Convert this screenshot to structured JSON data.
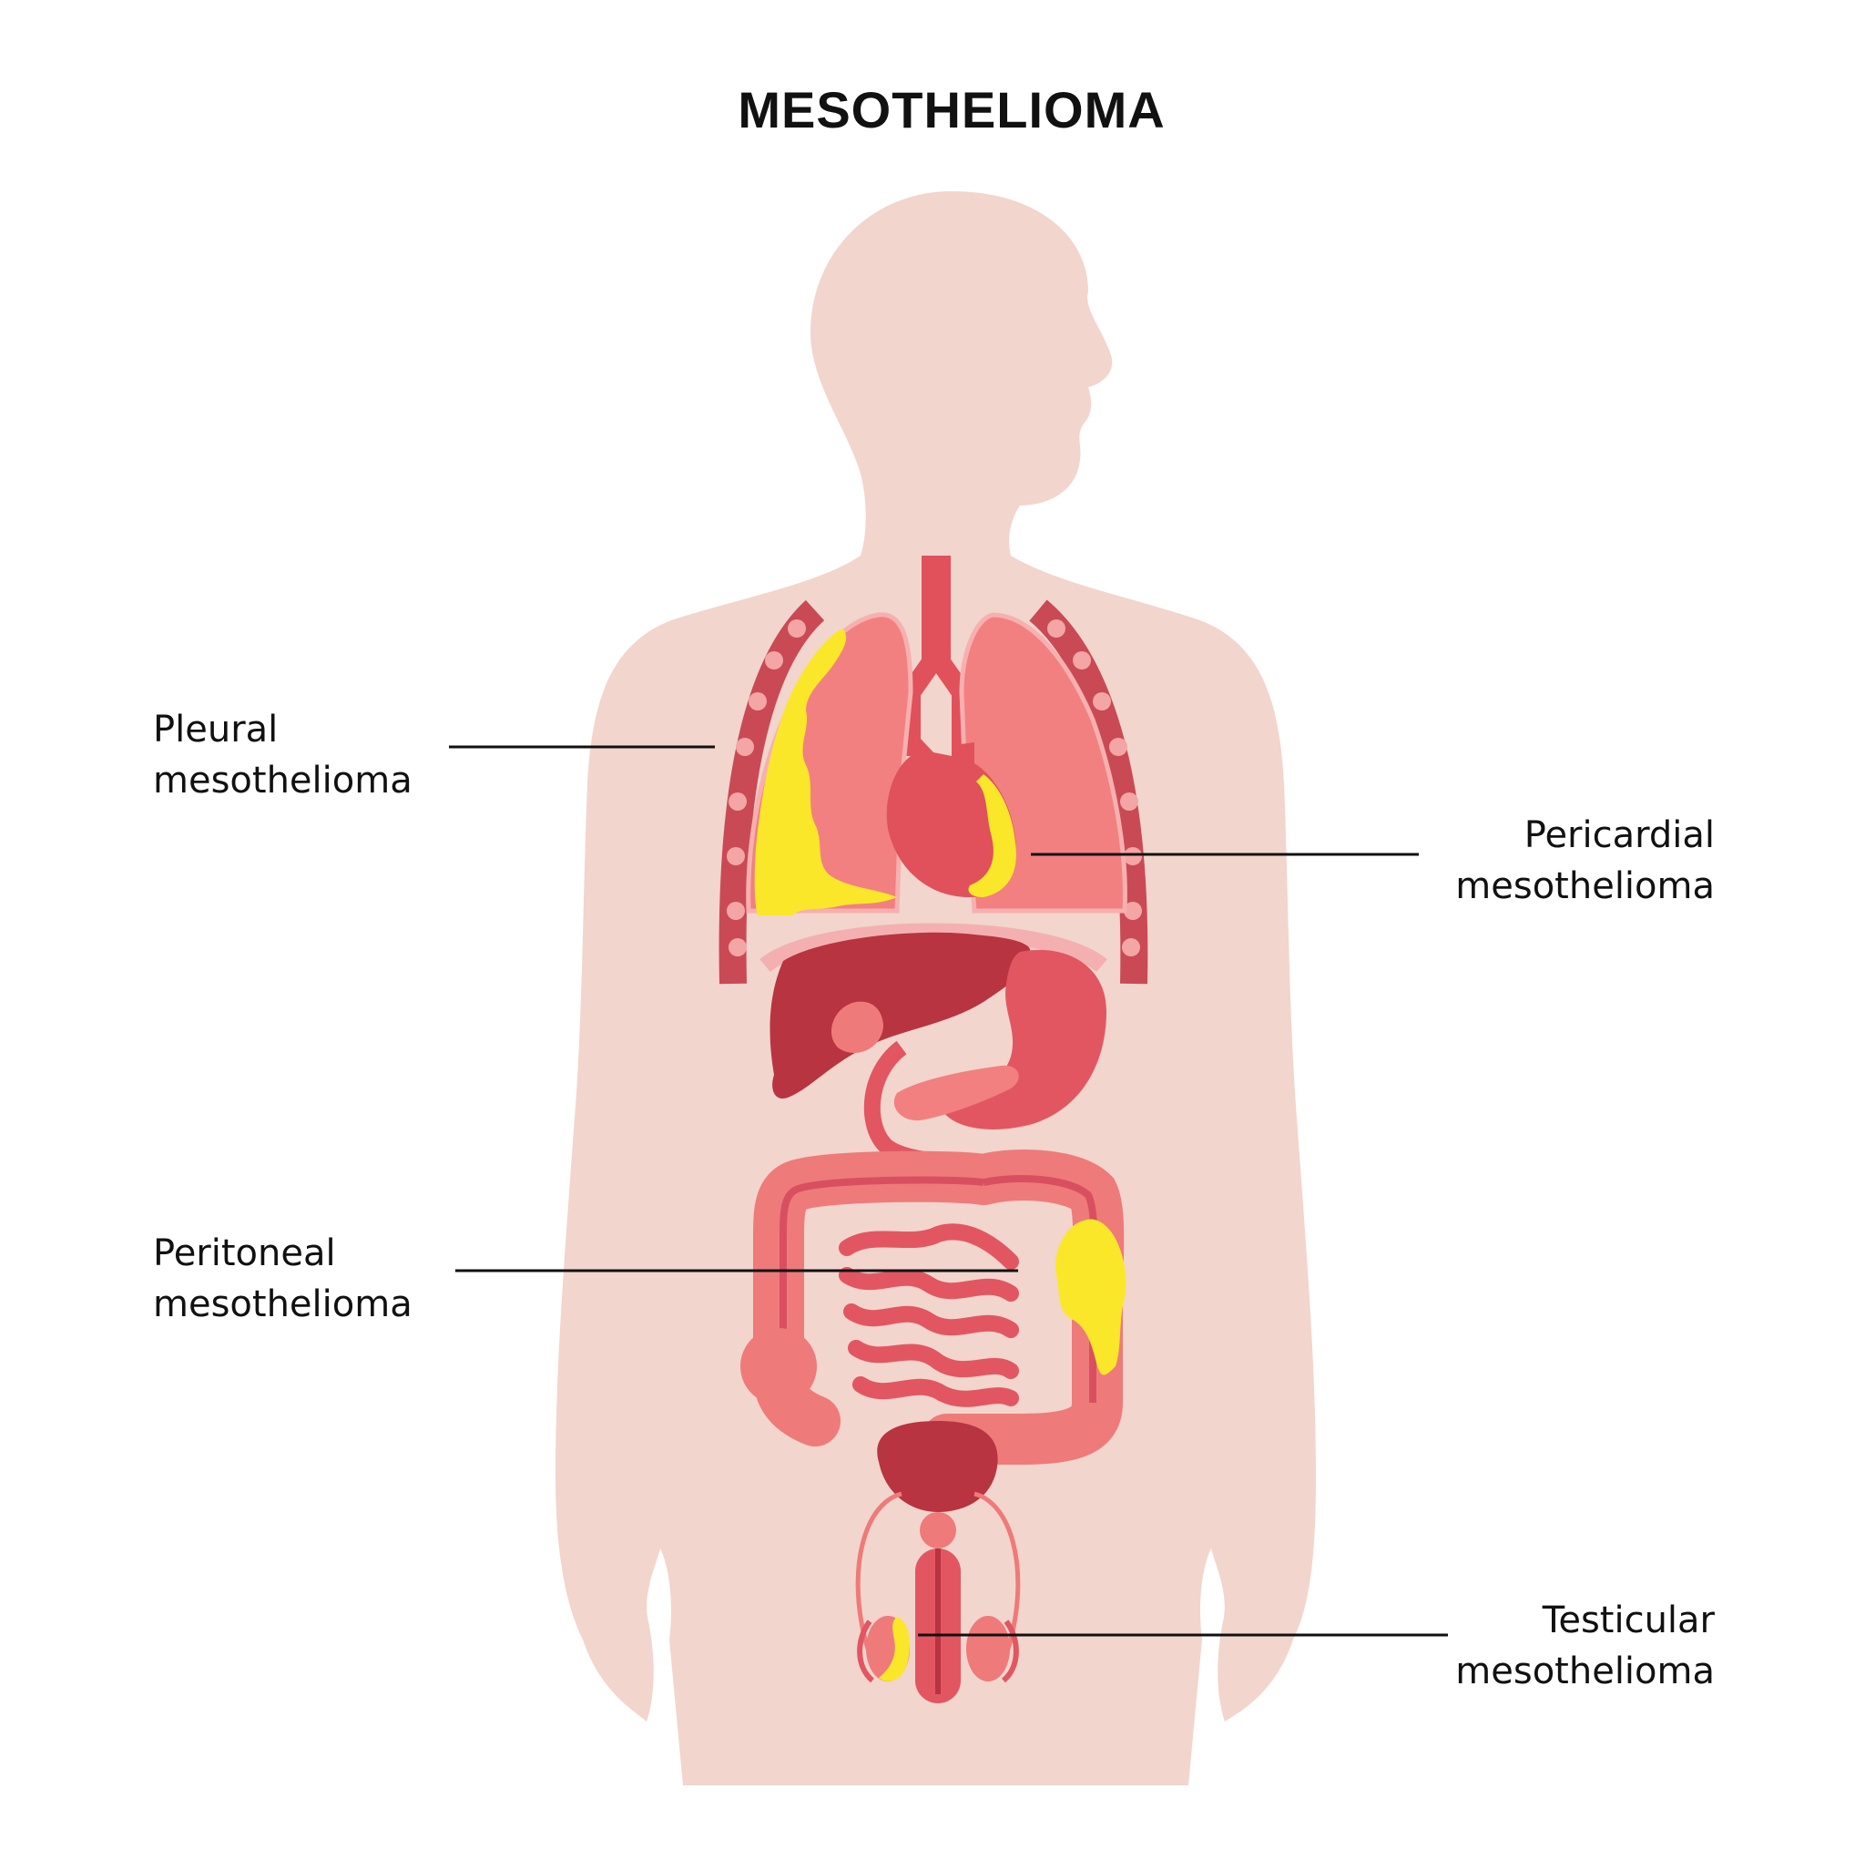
{
  "title": "MESOTHELIOMA",
  "labels": {
    "pleural": {
      "line1": "Pleural",
      "line2": "mesothelioma"
    },
    "pericardial": {
      "line1": "Pericardial",
      "line2": "mesothelioma"
    },
    "peritoneal": {
      "line1": "Peritoneal",
      "line2": "mesothelioma"
    },
    "testicular": {
      "line1": "Testicular",
      "line2": "mesothelioma"
    }
  },
  "colors": {
    "background": "#ffffff",
    "body": "#f2d5cd",
    "lung": "#f28080",
    "lung_dark": "#c94a55",
    "heart": "#e0515c",
    "liver": "#b83440",
    "stomach": "#e25662",
    "intestine": "#ef7a7a",
    "tumor": "#fbe72a",
    "text": "#111111"
  }
}
